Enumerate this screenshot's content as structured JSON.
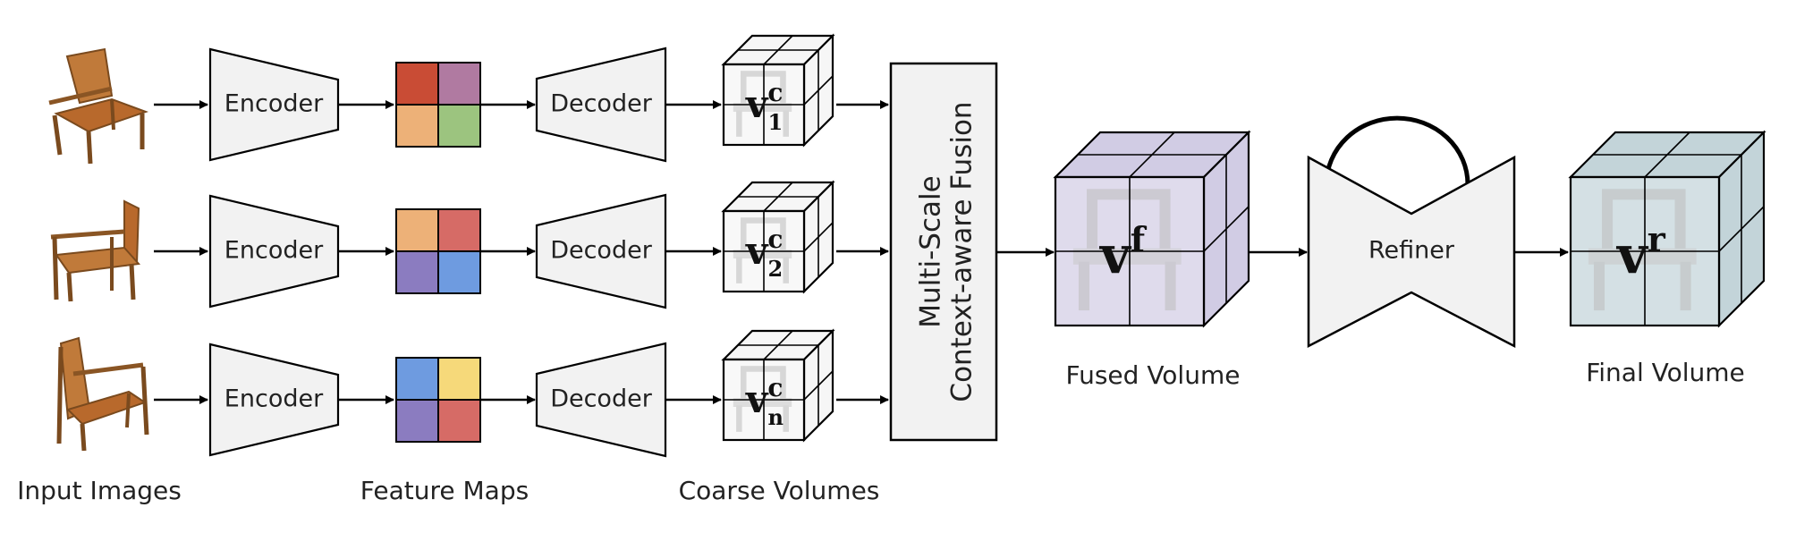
{
  "captions": {
    "input_images": "Input Images",
    "feature_maps": "Feature Maps",
    "coarse_volumes": "Coarse Volumes",
    "fused_volume": "Fused Volume",
    "final_volume": "Final Volume"
  },
  "blocks": {
    "encoder": "Encoder",
    "decoder": "Decoder",
    "refiner": "Refiner",
    "fusion_line1": "Multi-Scale",
    "fusion_line2": "Context-aware Fusion"
  },
  "feature_map_colors": [
    [
      "#c94c35",
      "#b07aa1",
      "#edb178",
      "#9cc47f"
    ],
    [
      "#edb178",
      "#d66b66",
      "#8b7cc0",
      "#6e9be0"
    ],
    [
      "#6e9be0",
      "#f6d97a",
      "#8b7cc0",
      "#d66b66"
    ]
  ],
  "coarse_volumes": [
    {
      "main": "v",
      "sup": "c",
      "sub": "1"
    },
    {
      "main": "v",
      "sup": "c",
      "sub": "2"
    },
    {
      "main": "v",
      "sup": "c",
      "sub": "n"
    }
  ],
  "fused": {
    "main": "v",
    "sup": "f",
    "color": "#c9c3df"
  },
  "final": {
    "main": "v",
    "sup": "r",
    "color": "#b8ccd2"
  }
}
